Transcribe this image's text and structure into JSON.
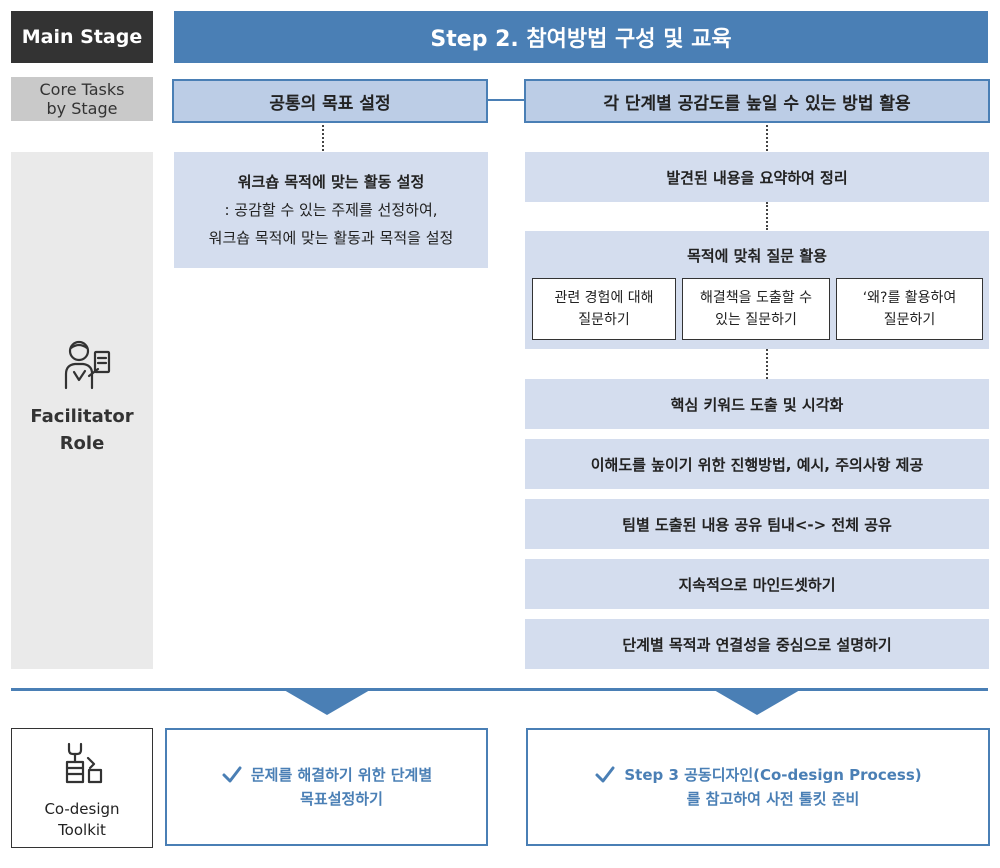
{
  "header": {
    "main_stage_label": "Main Stage",
    "step_title": "Step 2. 참여방법 구성 및 교육"
  },
  "core_tasks": {
    "label_line1": "Core Tasks",
    "label_line2": "by Stage",
    "task1": "공통의 목표 설정",
    "task2": "각 단계별 공감도를 높일 수 있는 방법 활용"
  },
  "facilitator": {
    "label_line1": "Facilitator",
    "label_line2": "Role",
    "icon": "facilitator-icon"
  },
  "workshop": {
    "title": "워크숍 목적에 맞는 활동 설정",
    "line2": ": 공감할 수 있는 주제를 선정하여,",
    "line3": "워크숍 목적에 맞는 활동과 목적을 설정"
  },
  "activities": {
    "summarize": "발견된 내용을 요약하여 정리",
    "question_title": "목적에 맞춰 질문 활용",
    "questions": [
      {
        "line1": "관련 경험에 대해",
        "line2": "질문하기"
      },
      {
        "line1": "해결책을 도출할 수",
        "line2": "있는 질문하기"
      },
      {
        "line1": "‘왜?를 활용하여",
        "line2": "질문하기"
      }
    ],
    "items": [
      "핵심 키워드 도출 및 시각화",
      "이해도를 높이기 위한 진행방법, 예시, 주의사항 제공",
      "팀별 도출된 내용 공유 팀내<-> 전체 공유",
      "지속적으로 마인드셋하기",
      "단계별 목적과 연결성을 중심으로 설명하기"
    ]
  },
  "toolkit": {
    "label_line1": "Co-design",
    "label_line2": "Toolkit",
    "icon": "toolkit-icon",
    "output1_line1": "문제를 해결하기 위한 단계별",
    "output1_line2": "목표설정하기",
    "output2_line1": "Step 3 공동디자인(Co-design Process)",
    "output2_line2": "를 참고하여 사전 툴킷 준비"
  },
  "colors": {
    "accent": "#4a7fb5",
    "light_fill": "#d4ddee",
    "task_fill": "#bccde6",
    "dark_label": "#333333",
    "gray_label": "#c9c9c9",
    "panel_gray": "#eaeaea"
  }
}
